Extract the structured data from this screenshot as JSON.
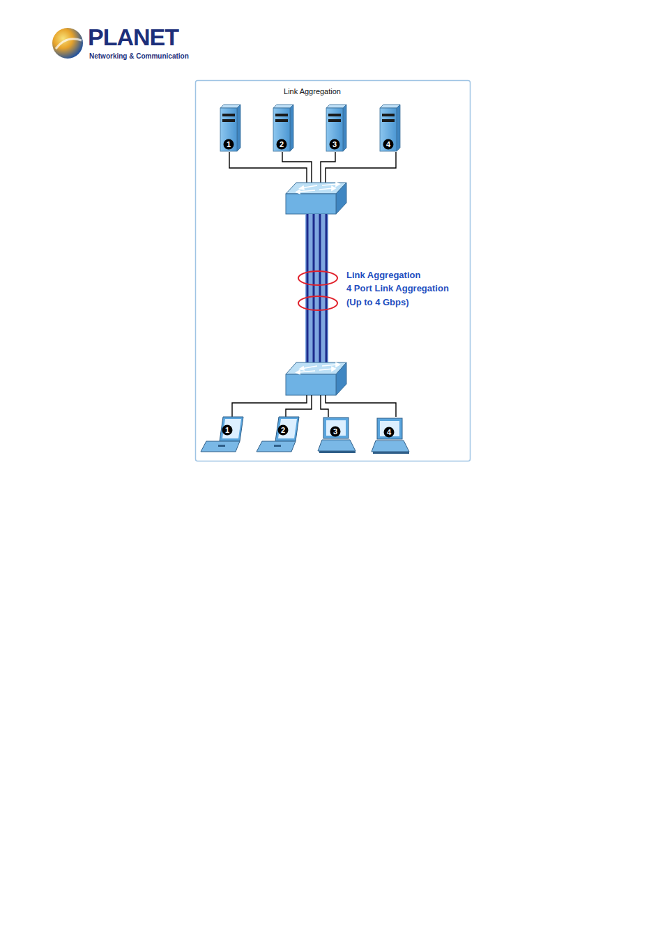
{
  "diagram": {
    "title": "Link Aggregation",
    "labels": [
      "PLANET",
      "Networking & Communication",
      "1",
      "2",
      "3",
      "4",
      "1",
      "2",
      "3",
      "4",
      "Link Aggregation",
      "4 Port Link Aggregation",
      "(Up to 4 Gbps)"
    ]
  }
}
